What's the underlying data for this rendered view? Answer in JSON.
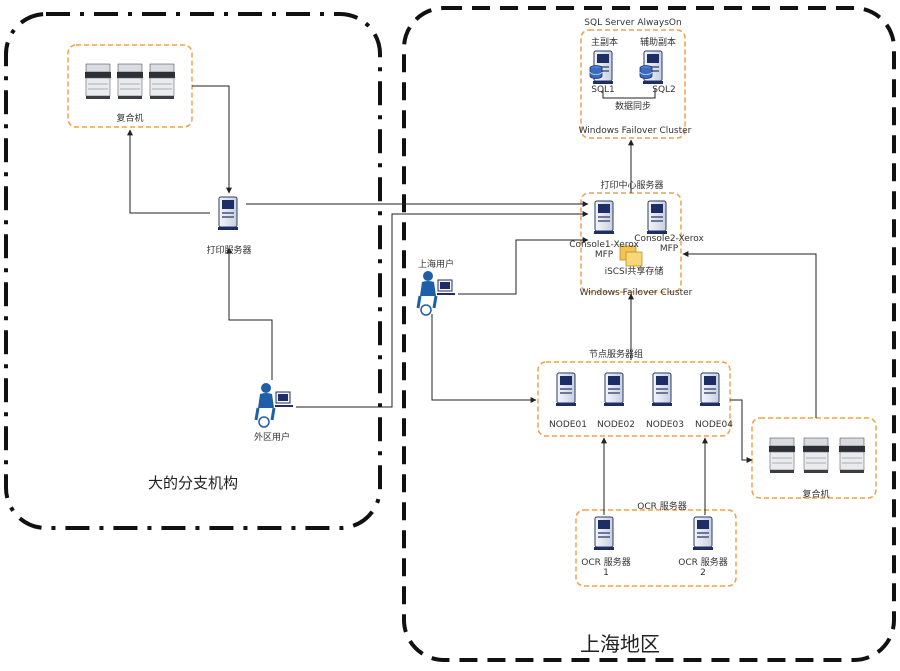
{
  "regions": {
    "branch": "大的分支机构",
    "shanghai": "上海地区"
  },
  "sql_group": {
    "title": "SQL Server AlwaysOn",
    "primary_label": "主副本",
    "secondary_label": "辅助副本",
    "node1": "SQL1",
    "node2": "SQL2",
    "sync": "数据同步",
    "cluster": "Windows Failover Cluster"
  },
  "print_center": {
    "title": "打印中心服务器",
    "console1": "Console1-Xerox MFP",
    "console2": "Console2-Xerox MFP",
    "storage": "iSCSI共享存储",
    "cluster": "Windows Failover Cluster"
  },
  "node_group": {
    "title": "节点服务器组",
    "nodes": [
      "NODE01",
      "NODE02",
      "NODE03",
      "NODE04"
    ]
  },
  "ocr_group": {
    "title": "OCR 服务器",
    "server1": "OCR 服务器 1",
    "server2": "OCR 服务器 2"
  },
  "branch_mfp": {
    "label": "复合机"
  },
  "branch_print_server": {
    "label": "打印服务器"
  },
  "branch_user": {
    "label": "外区用户"
  },
  "shanghai_user": {
    "label": "上海用户"
  },
  "shanghai_mfp": {
    "label": "复合机"
  },
  "colors": {
    "orange_border": "#f0a04a",
    "line": "#222222",
    "user_blue": "#1f5fa8",
    "server_light": "#e8ecf4",
    "server_dark": "#1d2e66"
  }
}
